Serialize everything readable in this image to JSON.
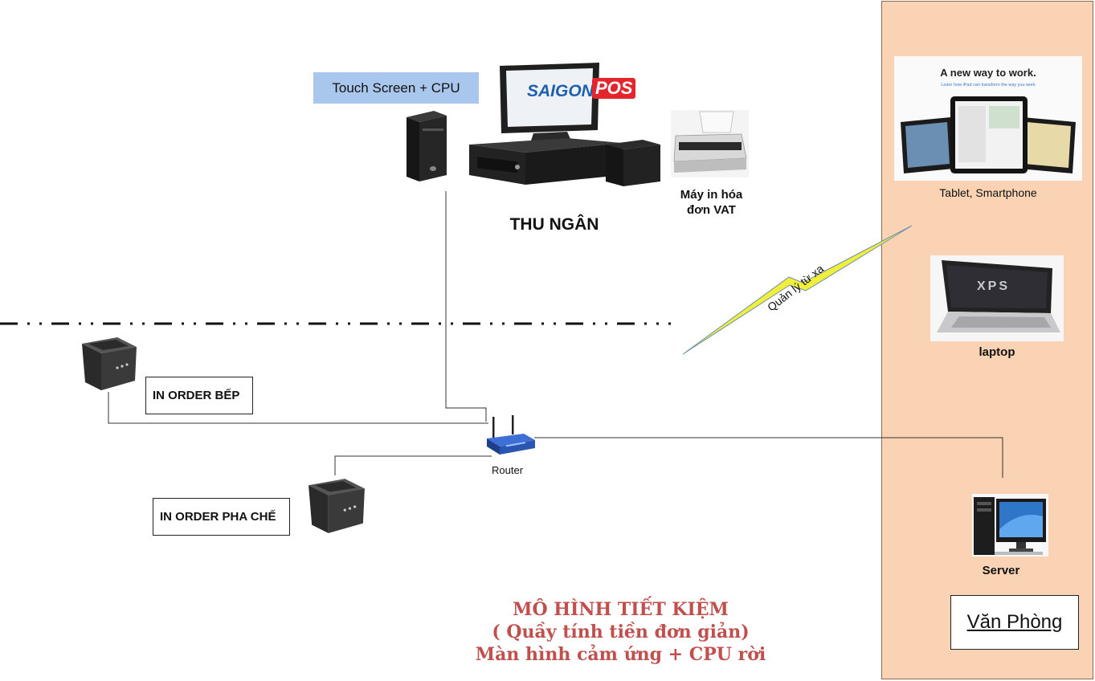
{
  "labels": {
    "touch_screen": "Touch Screen + CPU",
    "cashier": "THU NGÂN",
    "vat_printer_line1": "Máy in hóa",
    "vat_printer_line2": "đơn VAT",
    "kitchen_order": "IN ORDER BẾP",
    "bar_order": "IN ORDER PHA CHẾ",
    "router": "Router",
    "remote": "Quản lý từ xa",
    "tablet": "Tablet, Smartphone",
    "laptop": "laptop",
    "server": "Server",
    "office": "Văn Phòng"
  },
  "brand": {
    "saigon": "SAIGON",
    "pos": "POS"
  },
  "tablet_ad": {
    "headline": "A new way to work.",
    "sub": "Learn how iPad can transform the way you work"
  },
  "laptop_brand": "XPS",
  "title": {
    "line1": "MÔ HÌNH TIẾT KIỆM",
    "line2": "( Quầy tính tiền đơn giản)",
    "line3": "Màn hình cảm ứng + CPU rời"
  },
  "colors": {
    "title": "#c0504d",
    "office_panel": "#f9d3b4",
    "touch_label_bg": "#a9c6ec",
    "lightning_fill": "#f0f03c",
    "lightning_stroke": "#6f8fb0"
  }
}
